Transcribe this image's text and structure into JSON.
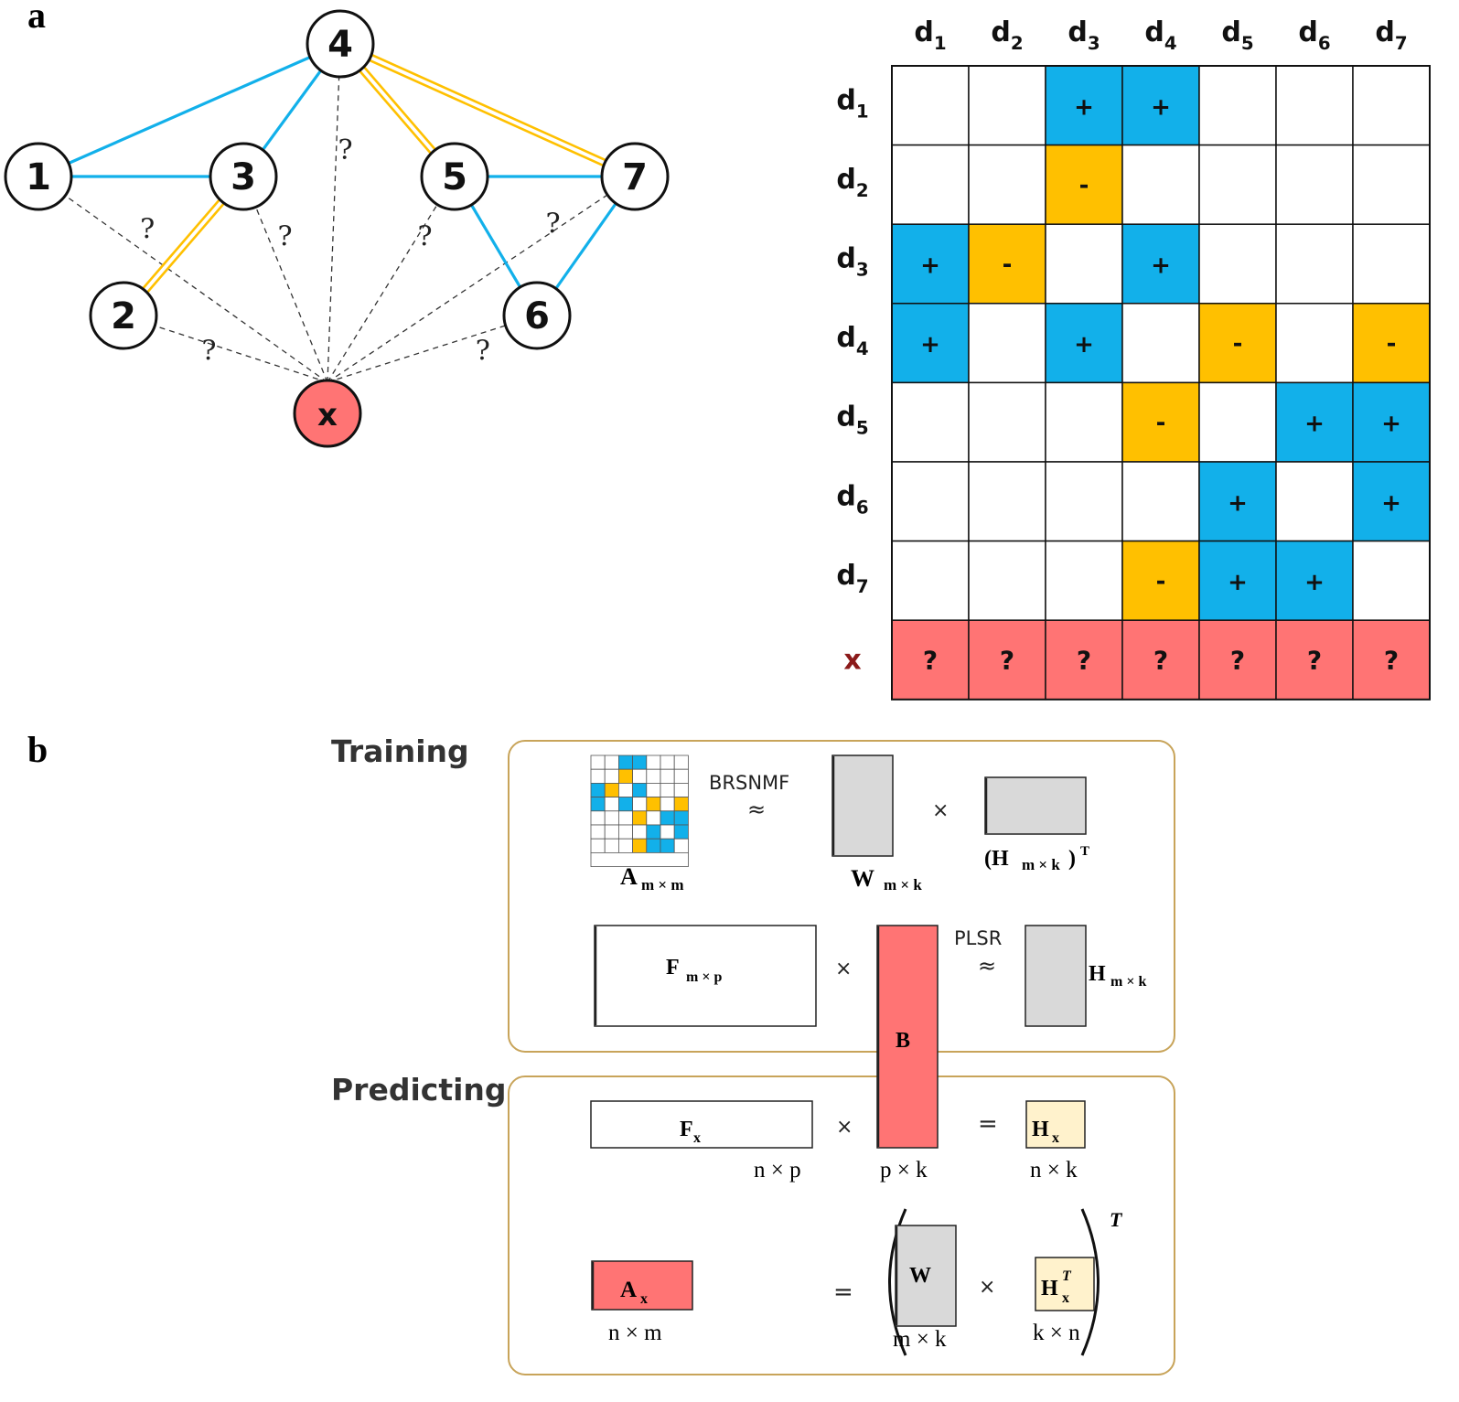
{
  "colors": {
    "positive": "#12B0EA",
    "negative": "#FFC000",
    "unknown": "#FF7474",
    "panel_border": "#C8A45A",
    "gray_matrix": "#D9D9D9",
    "h_matrix": "#FFF2CC",
    "x_label": "#8B1A1A"
  },
  "panel_a": {
    "label": "a",
    "graph": {
      "nodes": [
        {
          "id": "1",
          "label": "1"
        },
        {
          "id": "2",
          "label": "2"
        },
        {
          "id": "3",
          "label": "3"
        },
        {
          "id": "4",
          "label": "4"
        },
        {
          "id": "5",
          "label": "5"
        },
        {
          "id": "6",
          "label": "6"
        },
        {
          "id": "7",
          "label": "7"
        },
        {
          "id": "x",
          "label": "x",
          "new": true
        }
      ],
      "edges": [
        {
          "source": "1",
          "target": "4",
          "sign": "+"
        },
        {
          "source": "1",
          "target": "3",
          "sign": "+"
        },
        {
          "source": "3",
          "target": "4",
          "sign": "+"
        },
        {
          "source": "2",
          "target": "3",
          "sign": "-"
        },
        {
          "source": "4",
          "target": "5",
          "sign": "-"
        },
        {
          "source": "4",
          "target": "7",
          "sign": "-"
        },
        {
          "source": "5",
          "target": "7",
          "sign": "+"
        },
        {
          "source": "5",
          "target": "6",
          "sign": "+"
        },
        {
          "source": "6",
          "target": "7",
          "sign": "+"
        }
      ],
      "unknown_edges": [
        {
          "source": "x",
          "target": "1",
          "label": "?"
        },
        {
          "source": "x",
          "target": "2",
          "label": "?"
        },
        {
          "source": "x",
          "target": "3",
          "label": "?"
        },
        {
          "source": "x",
          "target": "4",
          "label": "?"
        },
        {
          "source": "x",
          "target": "5",
          "label": "?"
        },
        {
          "source": "x",
          "target": "6",
          "label": "?"
        },
        {
          "source": "x",
          "target": "7",
          "label": "?"
        }
      ]
    },
    "matrix": {
      "columns": [
        "d1",
        "d2",
        "d3",
        "d4",
        "d5",
        "d6",
        "d7"
      ],
      "rows": [
        {
          "label": "d1",
          "cells": [
            "",
            "",
            "+",
            "+",
            "",
            "",
            ""
          ]
        },
        {
          "label": "d2",
          "cells": [
            "",
            "",
            "-",
            "",
            "",
            "",
            ""
          ]
        },
        {
          "label": "d3",
          "cells": [
            "+",
            "-",
            "",
            "+",
            "",
            "",
            ""
          ]
        },
        {
          "label": "d4",
          "cells": [
            "+",
            "",
            "+",
            "",
            "-",
            "",
            "-"
          ]
        },
        {
          "label": "d5",
          "cells": [
            "",
            "",
            "",
            "-",
            "",
            "+",
            "+"
          ]
        },
        {
          "label": "d6",
          "cells": [
            "",
            "",
            "",
            "",
            "+",
            "",
            "+"
          ]
        },
        {
          "label": "d7",
          "cells": [
            "",
            "",
            "",
            "-",
            "+",
            "+",
            ""
          ]
        },
        {
          "label": "x",
          "cells": [
            "?",
            "?",
            "?",
            "?",
            "?",
            "?",
            "?"
          ]
        }
      ]
    }
  },
  "panel_b": {
    "label": "b",
    "training_title": "Training",
    "predicting_title": "Predicting",
    "brsnmf_label": "BRSNMF",
    "plsr_label": "PLSR",
    "approx": "≈",
    "times": "×",
    "equals": "=",
    "transpose_T": "T",
    "A_label": "A",
    "A_sub": "m × m",
    "W_label": "W",
    "W_sub": "m × k",
    "Ht_label": "(H",
    "Ht_sub": "m × k",
    "Ht_close": ")",
    "F_label": "F",
    "F_sub": "m × p",
    "B_label": "B",
    "H_label": "H",
    "H_sub": "m × k",
    "Fx_label": "F",
    "Fx_sub": "x",
    "Fx_dim": "n × p",
    "B_dim": "p × k",
    "Hx_label": "H",
    "Hx_sub": "x",
    "Hx_dim": "n × k",
    "Ax_label": "A",
    "Ax_sub": "x",
    "Ax_dim": "n × m",
    "W2_label": "W",
    "W2_dim": "m × k",
    "HxT_label": "H",
    "HxT_sub": "x",
    "HxT_sup": "T",
    "HxT_dim": "k × n",
    "mini_matrix": [
      [
        "",
        "",
        "+",
        "+",
        "",
        "",
        ""
      ],
      [
        "",
        "",
        "-",
        "",
        "",
        "",
        ""
      ],
      [
        "+",
        "-",
        "",
        "+",
        "",
        "",
        ""
      ],
      [
        "+",
        "",
        "+",
        "",
        "-",
        "",
        "-"
      ],
      [
        "",
        "",
        "",
        "-",
        "",
        "+",
        "+"
      ],
      [
        "",
        "",
        "",
        "",
        "+",
        "",
        "+"
      ],
      [
        "",
        "",
        "",
        "-",
        "+",
        "+",
        ""
      ]
    ]
  }
}
